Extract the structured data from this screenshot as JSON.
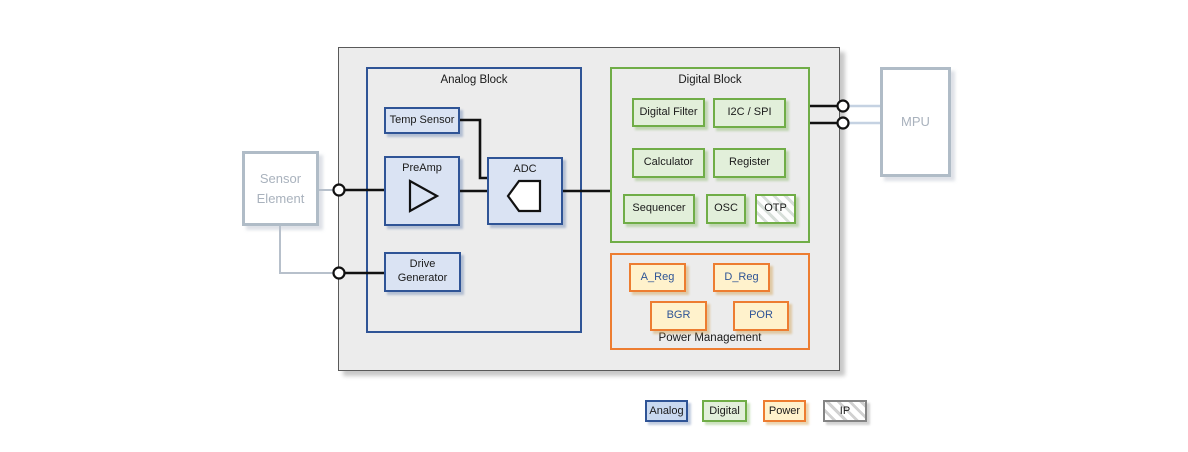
{
  "colors": {
    "chip_background": "#ececec",
    "chip_border": "#595959",
    "analog_border": "#2f5496",
    "analog_fill": "#dae3f3",
    "digital_border": "#70ad47",
    "digital_fill": "#e2efda",
    "power_border": "#ed7d31",
    "power_fill": "#fff2cc",
    "power_text": "#2e5496",
    "external_border": "#b0bcc7",
    "external_text": "#a9b2bd",
    "wire_black": "#111111",
    "wire_gray": "#b7c0cb",
    "wire_mpu": "#c5d2e2"
  },
  "external": {
    "sensor_element": {
      "line1": "Sensor",
      "line2": "Element"
    },
    "mpu": {
      "label": "MPU"
    }
  },
  "chip": {
    "analog_block": {
      "title": "Analog Block",
      "temp_sensor": "Temp Sensor",
      "preamp": "PreAmp",
      "adc": "ADC",
      "drive_generator": {
        "line1": "Drive",
        "line2": "Generator"
      }
    },
    "digital_block": {
      "title": "Digital Block",
      "items": [
        "Digital Filter",
        "I2C / SPI",
        "Calculator",
        "Register",
        "Sequencer",
        "OSC",
        "OTP"
      ]
    },
    "power_management": {
      "title": "Power Management",
      "items": [
        "A_Reg",
        "D_Reg",
        "BGR",
        "POR"
      ]
    }
  },
  "legend": {
    "analog": "Analog",
    "digital": "Digital",
    "power": "Power",
    "ip": "IP"
  }
}
